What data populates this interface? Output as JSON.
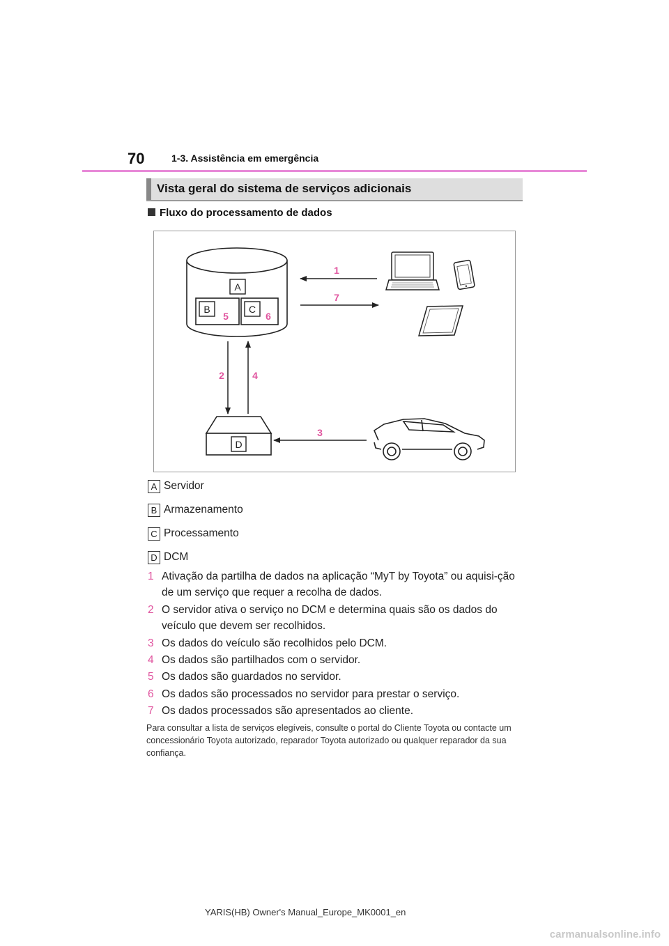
{
  "header": {
    "page_number": "70",
    "section": "1-3. Assistência em emergência"
  },
  "title": "Vista geral do sistema de serviços adicionais",
  "subheading": "Fluxo do processamento de dados",
  "diagram": {
    "box_labels": {
      "a": "A",
      "b": "B",
      "c": "C",
      "d": "D"
    },
    "step_labels": [
      "1",
      "2",
      "3",
      "4",
      "5",
      "6",
      "7"
    ],
    "accent_color": "#e0559f"
  },
  "legend": [
    {
      "letter": "A",
      "text": "Servidor"
    },
    {
      "letter": "B",
      "text": "Armazenamento"
    },
    {
      "letter": "C",
      "text": "Processamento"
    },
    {
      "letter": "D",
      "text": "DCM"
    }
  ],
  "steps": [
    {
      "num": "1",
      "text": "Ativação da partilha de dados na aplicação “MyT by Toyota” ou aquisi-ção de um serviço que requer a recolha de dados."
    },
    {
      "num": "2",
      "text": "O servidor ativa o serviço no DCM e determina quais são os dados do veículo que devem ser recolhidos."
    },
    {
      "num": "3",
      "text": "Os dados do veículo são recolhidos pelo DCM."
    },
    {
      "num": "4",
      "text": "Os dados são partilhados com o servidor."
    },
    {
      "num": "5",
      "text": "Os dados são guardados no servidor."
    },
    {
      "num": "6",
      "text": "Os dados são processados no servidor para prestar o serviço."
    },
    {
      "num": "7",
      "text": "Os dados processados são apresentados ao cliente."
    }
  ],
  "footnote": "Para consultar a lista de serviços elegíveis, consulte o portal do Cliente Toyota ou contacte um concessionário Toyota autorizado, reparador Toyota autorizado ou qualquer reparador da sua confiança.",
  "footer": "YARIS(HB) Owner's Manual_Europe_MK0001_en",
  "watermark": "carmanualsonline.info"
}
